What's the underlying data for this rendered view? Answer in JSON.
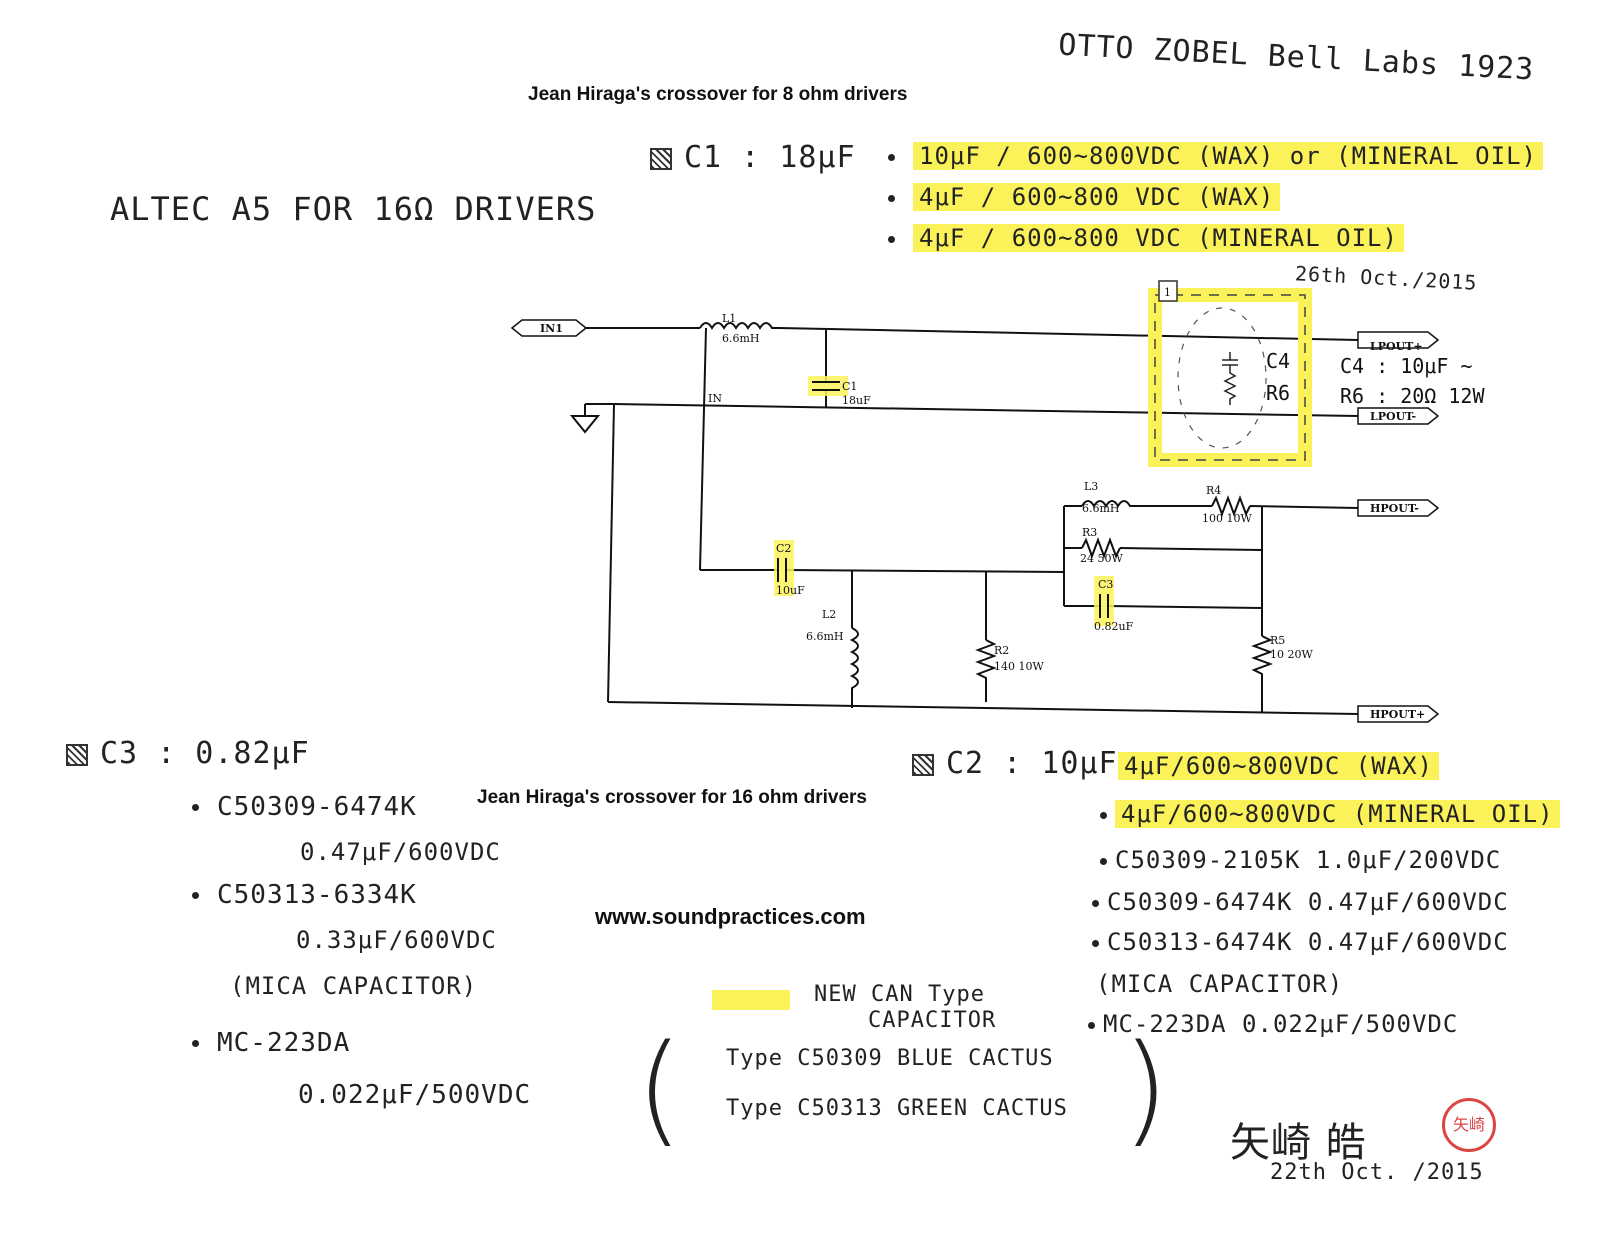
{
  "header": {
    "top_note": "OTTO ZOBEL Bell Labs 1923",
    "title_8ohm": "Jean Hiraga's crossover for 8 ohm drivers",
    "altec_note": "ALTEC A5 FOR 16Ω DRIVERS"
  },
  "c1_block": {
    "label": "C1 : 18μF",
    "items": [
      "10μF / 600~800VDC (WAX) or (MINERAL OIL)",
      "4μF / 600~800 VDC (WAX)",
      "4μF / 600~800 VDC (MINERAL OIL)"
    ]
  },
  "c4_note": {
    "date": "26th Oct./2015",
    "box_num": "1",
    "c4": "C4",
    "r6": "R6",
    "c4_value": "C4 : 10μF ~",
    "r6_value": "R6 : 20Ω 12W"
  },
  "schematic": {
    "ports": {
      "in1": "IN1",
      "in": "IN",
      "lpout_plus": "LPOUT+",
      "lpout_minus": "LPOUT-",
      "hpout_minus": "HPOUT-",
      "hpout_plus": "HPOUT+"
    },
    "components": {
      "l1_name": "L1",
      "l1_val": "6.6mH",
      "c1_name": "C1",
      "c1_val": "18uF",
      "c2_name": "C2",
      "c2_val": "10uF",
      "l2_name": "L2",
      "l2_val": "6.6mH",
      "r2_name": "R2",
      "r2_val": "140 10W",
      "l3_name": "L3",
      "l3_val": "6.6mH",
      "r4_name": "R4",
      "r4_val": "100 10W",
      "r3_name": "R3",
      "r3_val": "24 50W",
      "c3_name": "C3",
      "c3_val": "0.82uF",
      "r5_name": "R5",
      "r5_val": "10 20W"
    }
  },
  "c3_block": {
    "label": "C3 : 0.82μF",
    "items": [
      {
        "part": "C50309-6474K",
        "value": "0.47μF/600VDC"
      },
      {
        "part": "C50313-6334K",
        "value": "0.33μF/600VDC"
      }
    ],
    "mica": "(MICA CAPACITOR)",
    "last_part": "MC-223DA",
    "last_value": "0.022μF/500VDC"
  },
  "title_16ohm": "Jean Hiraga's crossover for 16 ohm drivers",
  "website": "www.soundpractices.com",
  "c2_block": {
    "label": "C2 : 10μF",
    "items": [
      "4μF/600~800VDC (WAX)",
      "4μF/600~800VDC (MINERAL OIL)",
      "C50309-2105K 1.0μF/200VDC",
      "C50309-6474K 0.47μF/600VDC",
      "C50313-6474K 0.47μF/600VDC"
    ],
    "mica": "(MICA CAPACITOR)",
    "last": "MC-223DA  0.022μF/500VDC"
  },
  "legend": {
    "line1": "NEW CAN Type",
    "line2": "CAPACITOR",
    "type1": "Type C50309   BLUE CACTUS",
    "type2": "Type C50313   GREEN CACTUS"
  },
  "signature": {
    "name": "矢崎 皓",
    "date": "22th Oct. /2015",
    "seal": "矢崎"
  },
  "colors": {
    "highlight": "#fbf25a",
    "ink": "#222222",
    "seal": "#dd4444"
  }
}
